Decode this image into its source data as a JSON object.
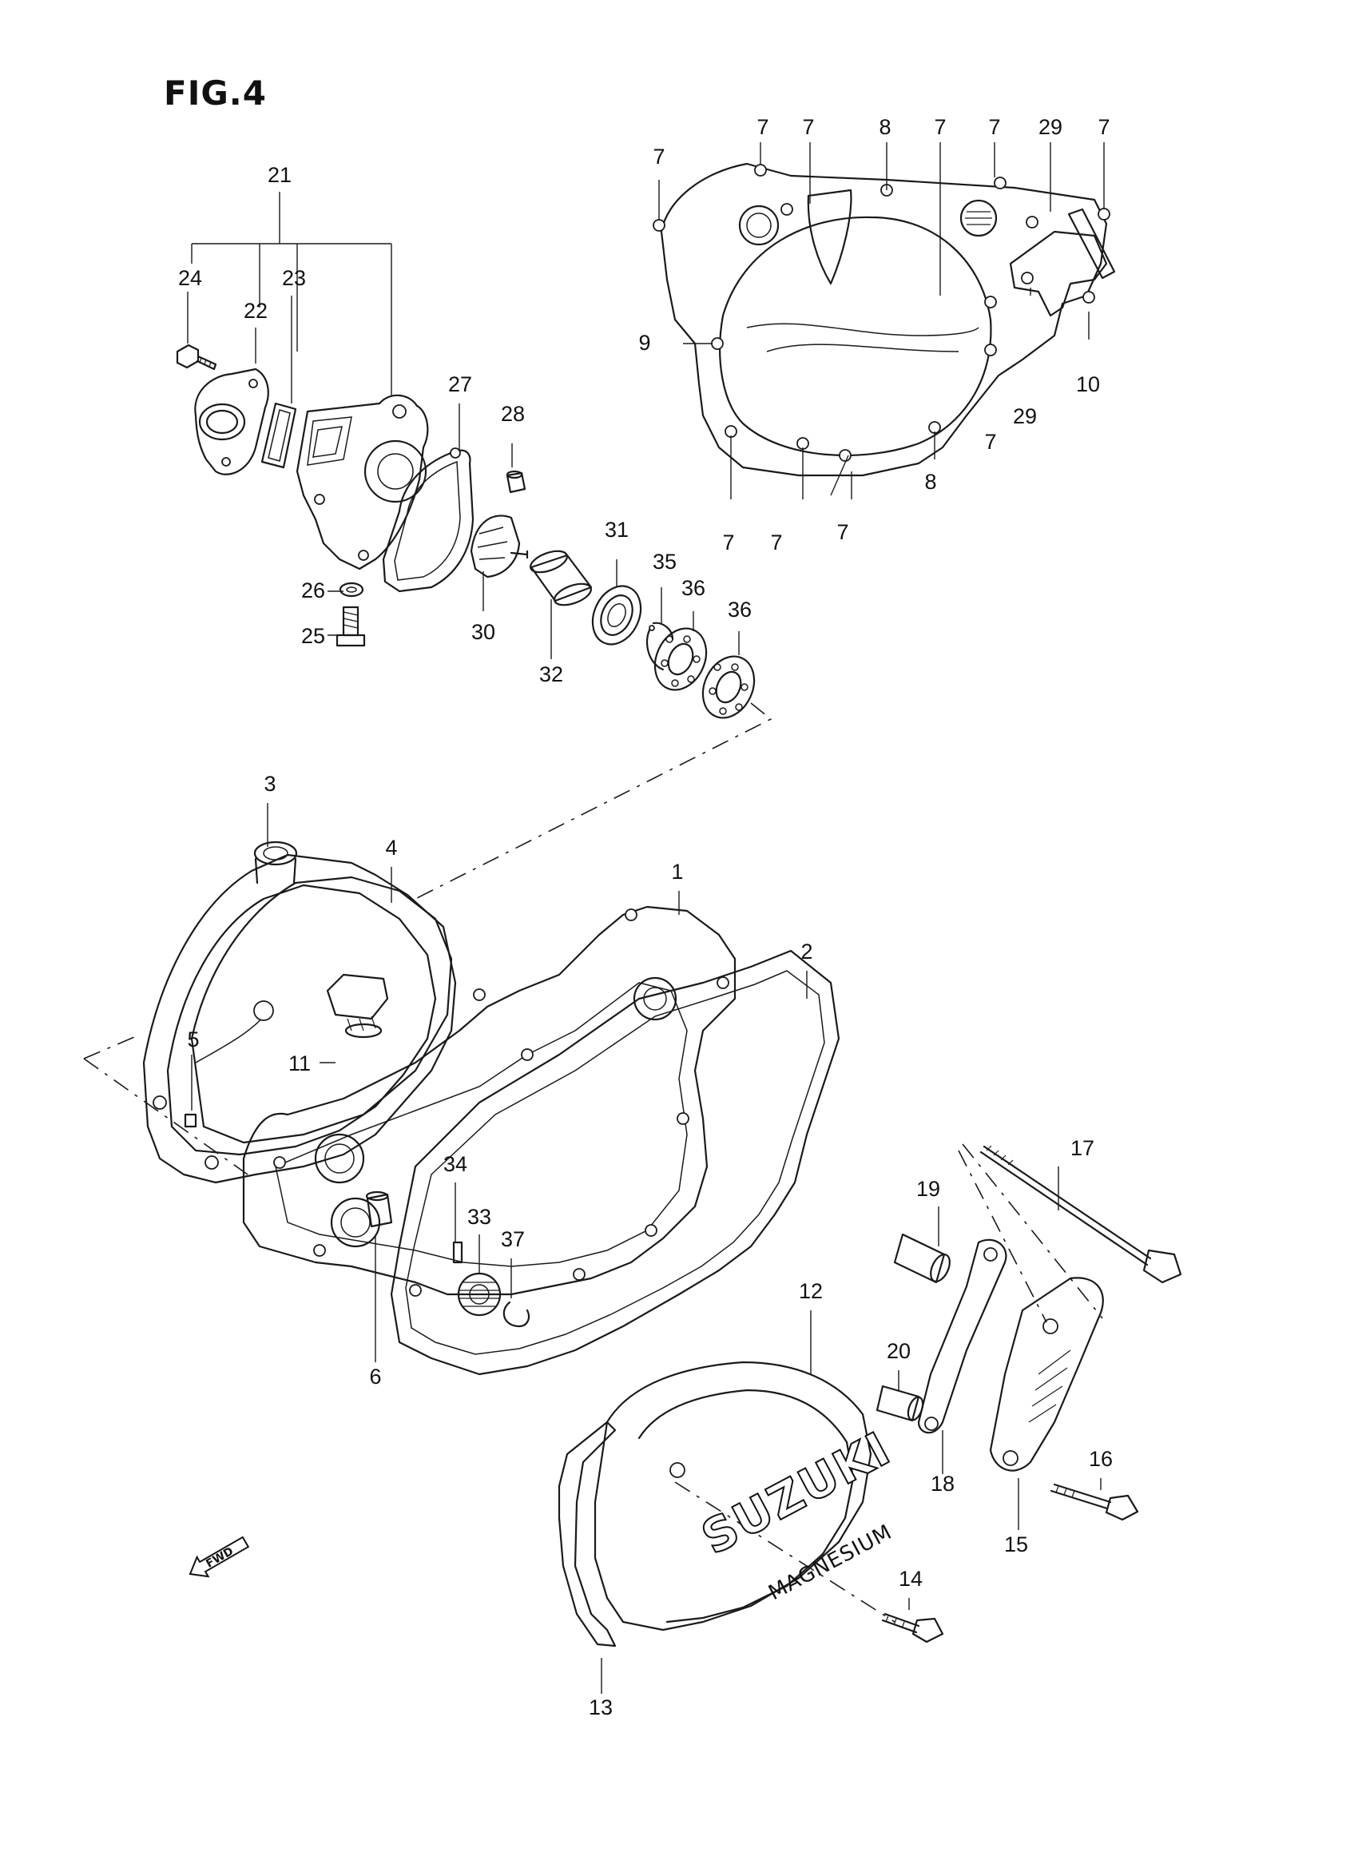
{
  "figure": {
    "title": "FIG.4"
  },
  "direction_tag": {
    "label": "FWD",
    "icon": "forward-arrow-icon"
  },
  "callouts": [
    {
      "id": "c21",
      "label": "21"
    },
    {
      "id": "c24",
      "label": "24"
    },
    {
      "id": "c22",
      "label": "22"
    },
    {
      "id": "c23",
      "label": "23"
    },
    {
      "id": "c27",
      "label": "27"
    },
    {
      "id": "c28",
      "label": "28"
    },
    {
      "id": "c26",
      "label": "26"
    },
    {
      "id": "c25",
      "label": "25"
    },
    {
      "id": "c30",
      "label": "30"
    },
    {
      "id": "c31",
      "label": "31"
    },
    {
      "id": "c32",
      "label": "32"
    },
    {
      "id": "c35",
      "label": "35"
    },
    {
      "id": "c36a",
      "label": "36"
    },
    {
      "id": "c36b",
      "label": "36"
    },
    {
      "id": "c7a",
      "label": "7"
    },
    {
      "id": "c7b",
      "label": "7"
    },
    {
      "id": "c7c",
      "label": "7"
    },
    {
      "id": "c8a",
      "label": "8"
    },
    {
      "id": "c7d",
      "label": "7"
    },
    {
      "id": "c7e",
      "label": "7"
    },
    {
      "id": "c29a",
      "label": "29"
    },
    {
      "id": "c7f",
      "label": "7"
    },
    {
      "id": "c9",
      "label": "9"
    },
    {
      "id": "c10",
      "label": "10"
    },
    {
      "id": "c29b",
      "label": "29"
    },
    {
      "id": "c7g",
      "label": "7"
    },
    {
      "id": "c8b",
      "label": "8"
    },
    {
      "id": "c7h",
      "label": "7"
    },
    {
      "id": "c7i",
      "label": "7"
    },
    {
      "id": "c7j",
      "label": "7"
    },
    {
      "id": "c3",
      "label": "3"
    },
    {
      "id": "c4",
      "label": "4"
    },
    {
      "id": "c1",
      "label": "1"
    },
    {
      "id": "c2",
      "label": "2"
    },
    {
      "id": "c5",
      "label": "5"
    },
    {
      "id": "c11",
      "label": "11"
    },
    {
      "id": "c34",
      "label": "34"
    },
    {
      "id": "c33",
      "label": "33"
    },
    {
      "id": "c37",
      "label": "37"
    },
    {
      "id": "c6",
      "label": "6"
    },
    {
      "id": "c17",
      "label": "17"
    },
    {
      "id": "c19",
      "label": "19"
    },
    {
      "id": "c12",
      "label": "12"
    },
    {
      "id": "c20",
      "label": "20"
    },
    {
      "id": "c18",
      "label": "18"
    },
    {
      "id": "c16",
      "label": "16"
    },
    {
      "id": "c15",
      "label": "15"
    },
    {
      "id": "c14",
      "label": "14"
    },
    {
      "id": "c13",
      "label": "13"
    }
  ],
  "cover_lettering": {
    "brand": "SUZUKI",
    "material": "MAGNESIUM"
  }
}
